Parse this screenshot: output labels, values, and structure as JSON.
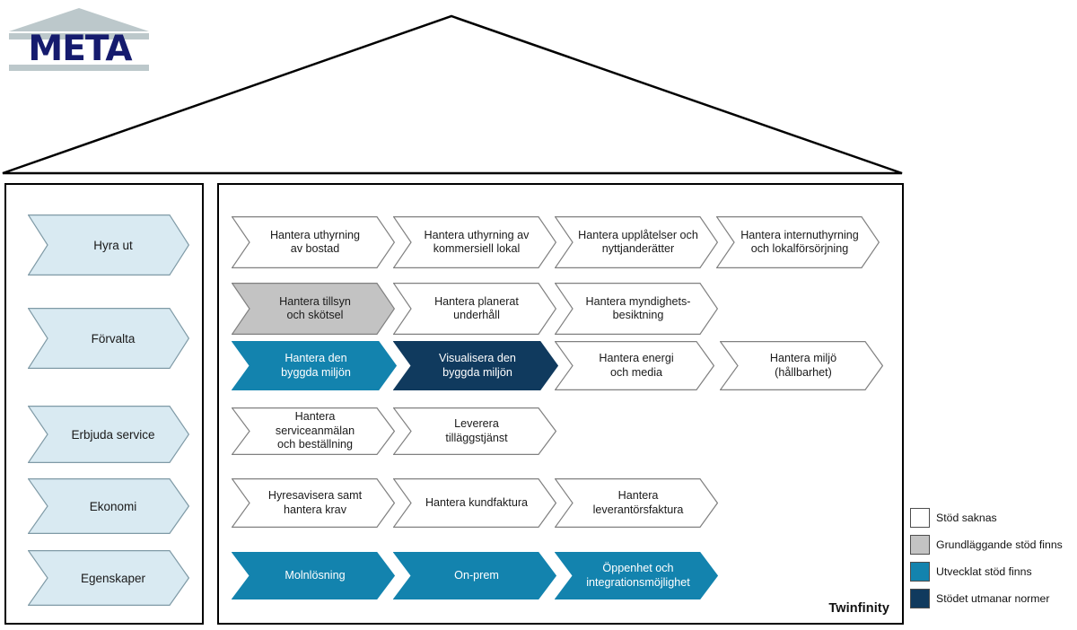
{
  "logo": {
    "wordmark": "META",
    "roof_color": "#bcc8cb",
    "text_color": "#151b6e"
  },
  "colors": {
    "none": "#ffffff",
    "basic": "#c3c3c3",
    "developed": "#1383ae",
    "challenging": "#103a5e",
    "sidebar": "#d9eaf2",
    "outline": "#808080",
    "frame": "#000000"
  },
  "sidebar": {
    "items": [
      {
        "label": "Hyra ut"
      },
      {
        "label": "Förvalta"
      },
      {
        "label": "Erbjuda service"
      },
      {
        "label": "Ekonomi"
      },
      {
        "label": "Egenskaper"
      }
    ]
  },
  "main": {
    "caption": "Twinfinity",
    "rows": [
      {
        "row_name": "hyra-ut",
        "items": [
          {
            "label": "Hantera uthyrning\nav bostad",
            "status": "none"
          },
          {
            "label": "Hantera uthyrning av\nkommersiell lokal",
            "status": "none"
          },
          {
            "label": "Hantera upplåtelser och\nnyttjanderätter",
            "status": "none"
          },
          {
            "label": "Hantera internuthyrning\noch lokalförsörjning",
            "status": "none"
          }
        ]
      },
      {
        "row_name": "forvalta-a",
        "items": [
          {
            "label": "Hantera tillsyn\noch skötsel",
            "status": "basic"
          },
          {
            "label": "Hantera planerat\nunderhåll",
            "status": "none"
          },
          {
            "label": "Hantera myndighets-\nbesiktning",
            "status": "none"
          }
        ]
      },
      {
        "row_name": "forvalta-b",
        "items": [
          {
            "label": "Hantera den\nbyggda miljön",
            "status": "developed"
          },
          {
            "label": "Visualisera den\nbyggda miljön",
            "status": "challenging"
          },
          {
            "label": "Hantera energi\noch media",
            "status": "none"
          },
          {
            "label": "Hantera miljö\n(hållbarhet)",
            "status": "none"
          }
        ]
      },
      {
        "row_name": "erbjuda-service",
        "items": [
          {
            "label": "Hantera serviceanmälan\noch beställning",
            "status": "none"
          },
          {
            "label": "Leverera\ntilläggstjänst",
            "status": "none"
          }
        ]
      },
      {
        "row_name": "ekonomi",
        "items": [
          {
            "label": "Hyresavisera samt\nhantera krav",
            "status": "none"
          },
          {
            "label": "Hantera kundfaktura",
            "status": "none"
          },
          {
            "label": "Hantera\nleverantörsfaktura",
            "status": "none"
          }
        ]
      },
      {
        "row_name": "egenskaper",
        "items": [
          {
            "label": "Molnlösning",
            "status": "developed"
          },
          {
            "label": "On-prem",
            "status": "developed"
          },
          {
            "label": "Öppenhet och\nintegrationsmöjlighet",
            "status": "developed"
          }
        ]
      }
    ]
  },
  "legend": {
    "items": [
      {
        "label": "Stöd saknas",
        "status": "none",
        "color": "#ffffff"
      },
      {
        "label": "Grundläggande stöd finns",
        "status": "basic",
        "color": "#c3c3c3"
      },
      {
        "label": "Utvecklat stöd finns",
        "status": "developed",
        "color": "#1383ae"
      },
      {
        "label": "Stödet utmanar normer",
        "status": "challenging",
        "color": "#103a5e"
      }
    ]
  }
}
